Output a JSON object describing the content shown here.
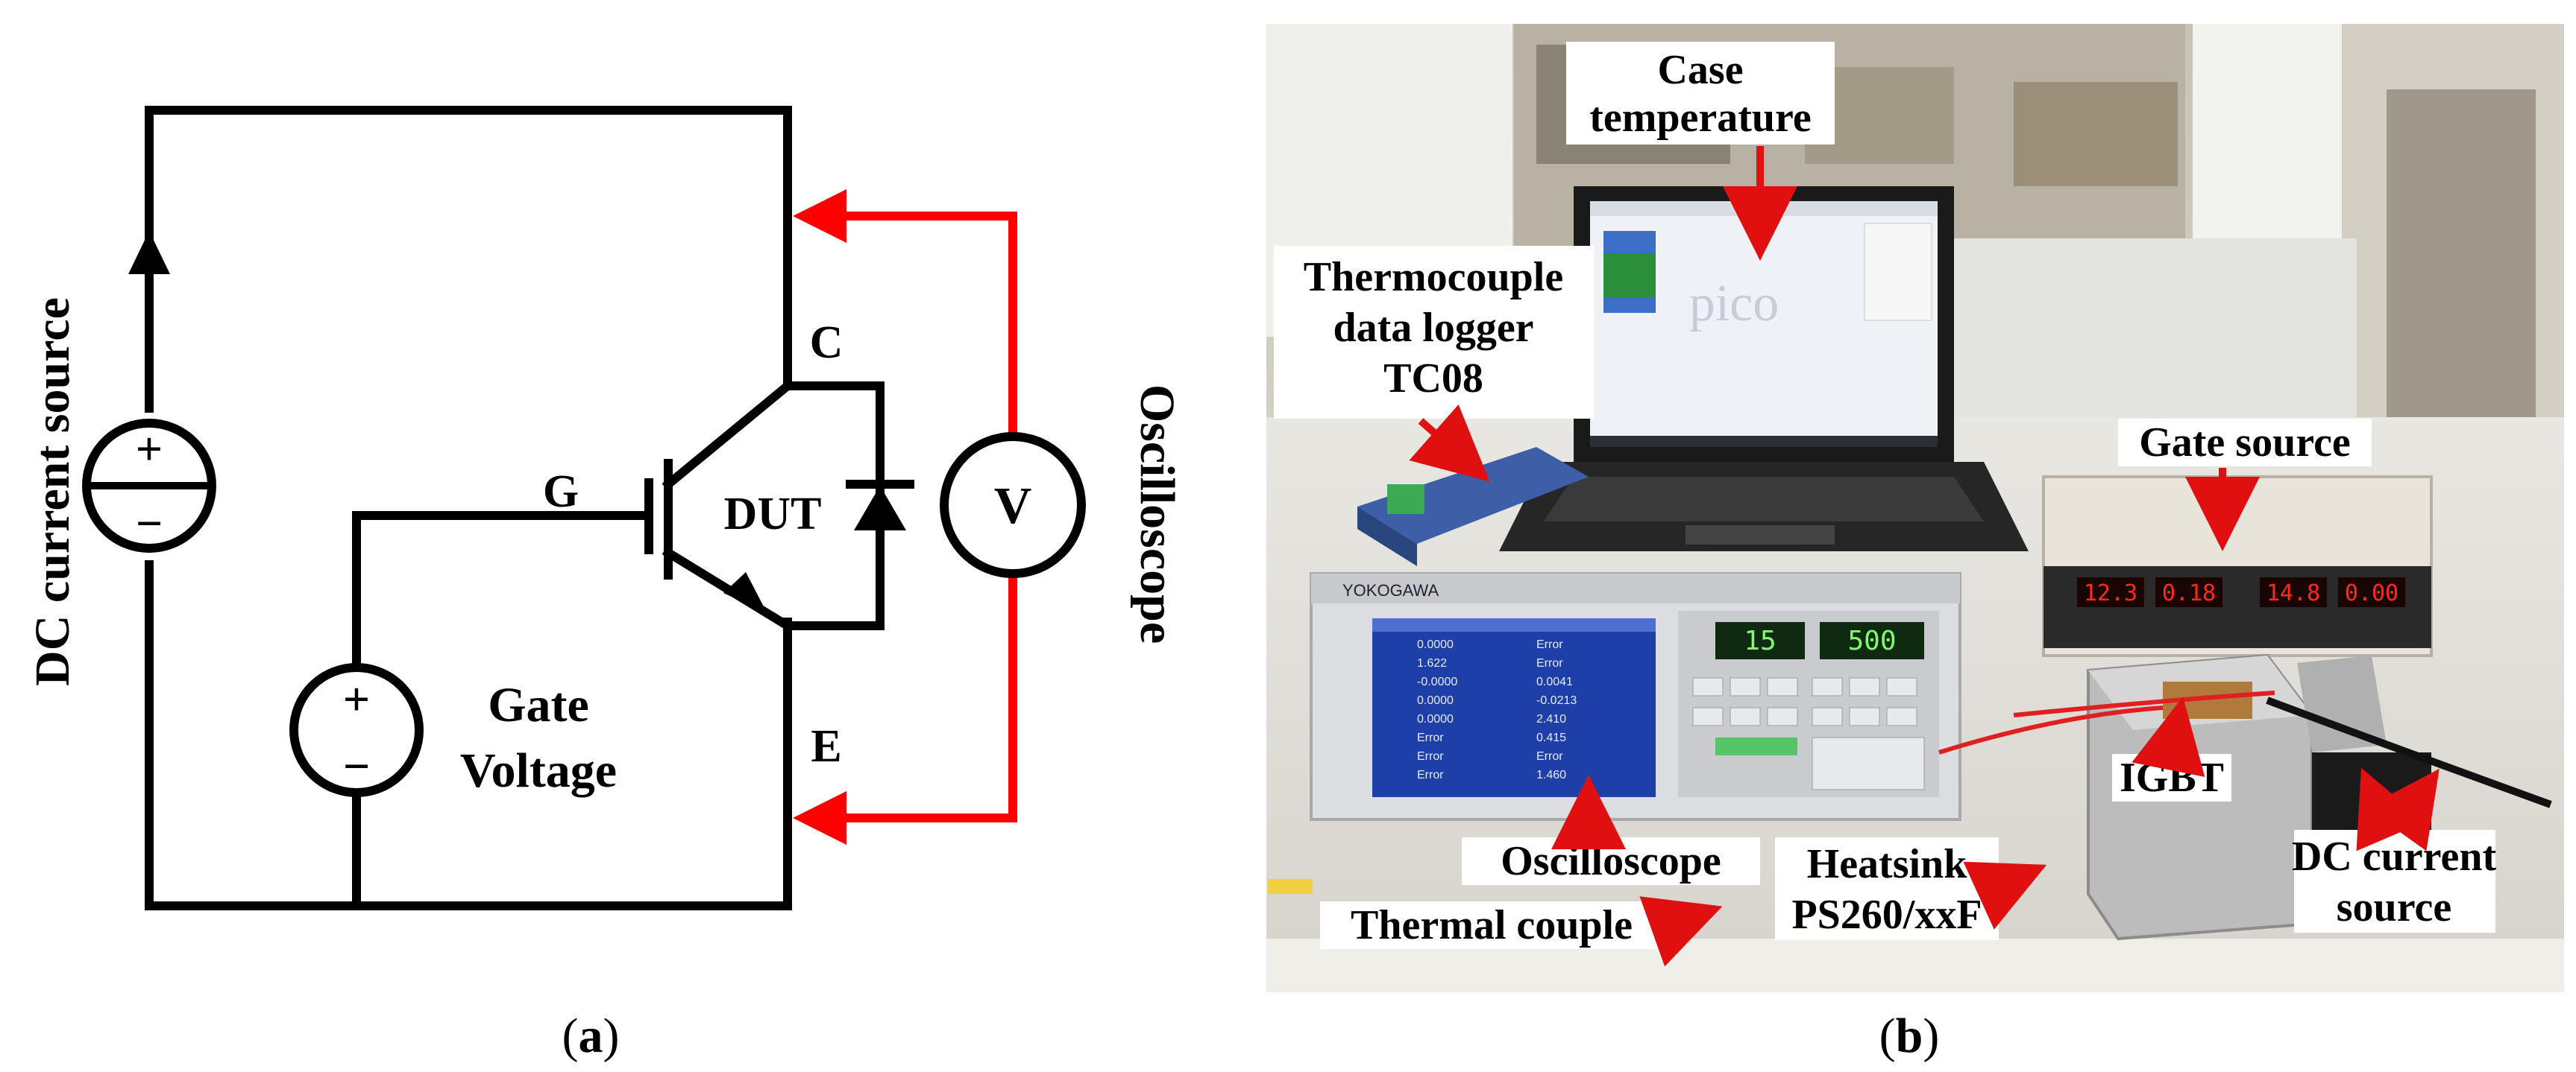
{
  "panel_a": {
    "caption_open": "(",
    "caption_letter": "a",
    "caption_close": ")",
    "labels": {
      "dc_source": "DC current source",
      "oscilloscope": "Oscilloscope",
      "gate_voltage_1": "Gate",
      "gate_voltage_2": "Voltage",
      "g": "G",
      "c": "C",
      "e": "E",
      "dut": "DUT",
      "meter": "V",
      "plus": "+",
      "minus": "−"
    },
    "colors": {
      "wire": "#000000",
      "probe": "#ff0000"
    }
  },
  "panel_b": {
    "caption_open": "(",
    "caption_letter": "b",
    "caption_close": ")",
    "callouts": {
      "case_temp_1": "Case",
      "case_temp_2": "temperature",
      "thermo_1": "Thermocouple",
      "thermo_2": "data logger",
      "thermo_3": "TC08",
      "gate_source": "Gate source",
      "igbt": "IGBT",
      "dc_src_1": "DC current",
      "dc_src_2": "source",
      "oscilloscope": "Oscilloscope",
      "heatsink_1": "Heatsink",
      "heatsink_2": "PS260/xxF",
      "thermal_couple": "Thermal couple"
    },
    "screen_text": "pico",
    "instrument": {
      "brand": "YOKOGAWA",
      "display_left": "15",
      "display_right": "500",
      "psu_1": "12.3",
      "psu_2": "0.18",
      "psu_3": "14.8",
      "psu_4": "0.00",
      "rows": [
        "0.0000",
        "1.622",
        "-0.0000",
        "0.0000",
        "0.0000",
        "Error",
        "Error",
        "Error"
      ],
      "rows_right": [
        "Error",
        "Error",
        "0.0041",
        "-0.0213",
        "2.410",
        "0.415",
        "Error",
        "1.460"
      ]
    },
    "colors": {
      "arrow": "#e01010",
      "callout_bg": "#ffffff"
    }
  }
}
